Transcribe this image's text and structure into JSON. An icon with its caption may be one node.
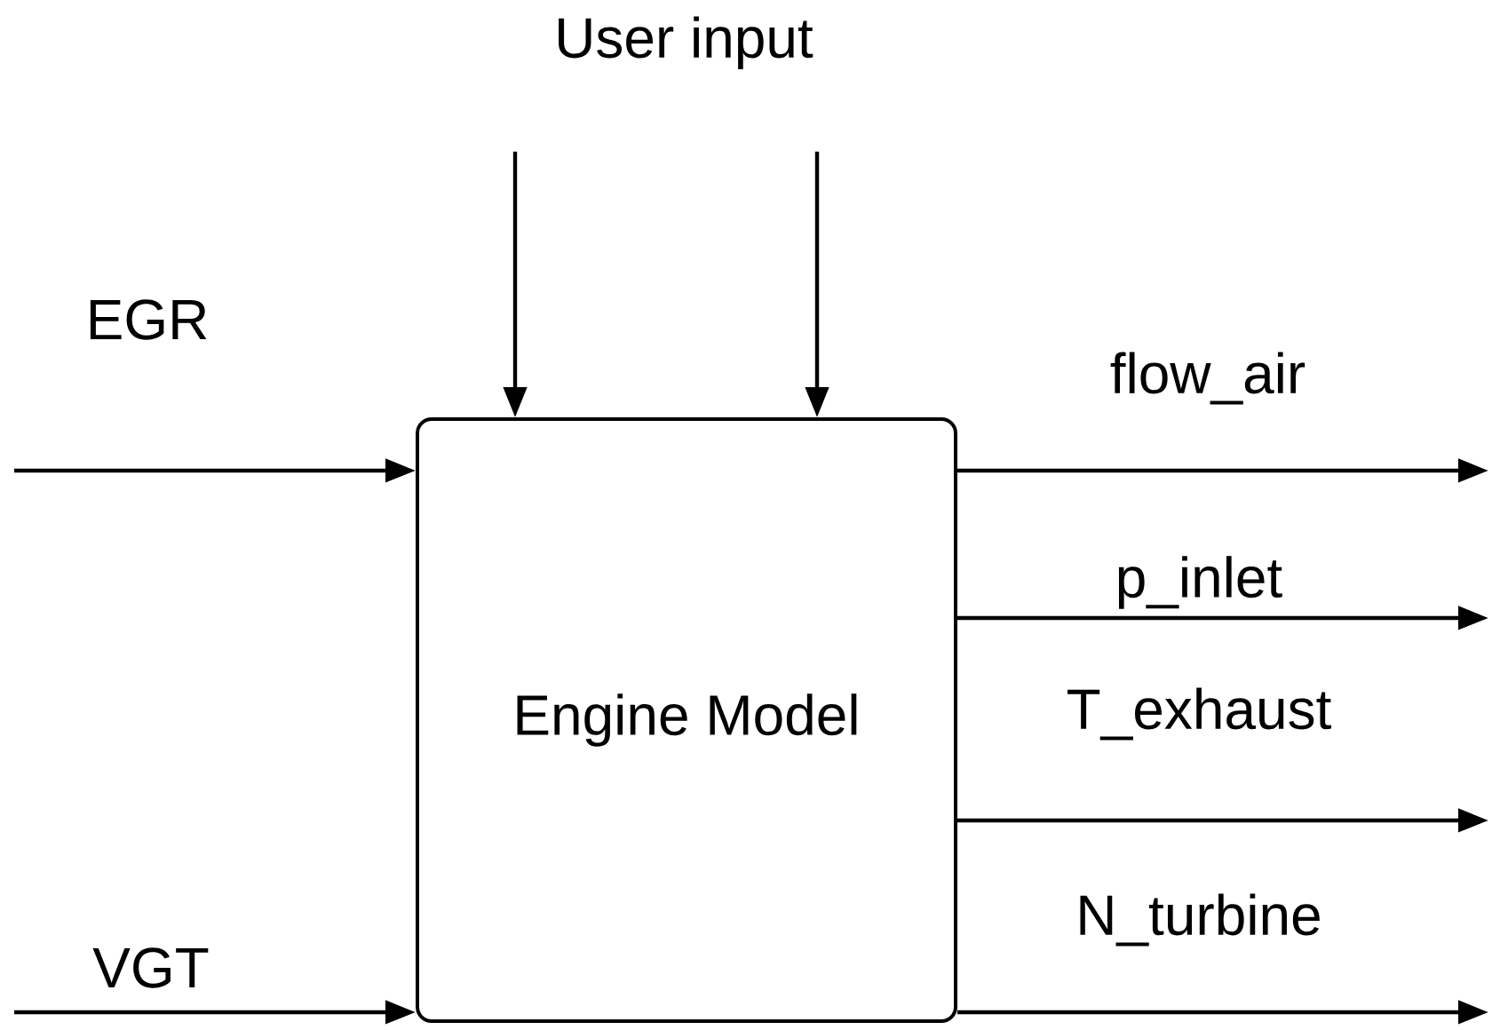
{
  "diagram": {
    "nodes": [
      {
        "text": [
          "Engine Model"
        ]
      },
      {
        "text": [
          "User input"
        ]
      }
    ],
    "edges": [
      {
        "from": null,
        "to": 0,
        "arrow": "to",
        "label": "EGR"
      },
      {
        "from": null,
        "to": 0,
        "arrow": "to",
        "label": "VGT"
      },
      {
        "from": 1,
        "to": 0,
        "arrow": "to"
      },
      {
        "from": 1,
        "to": 0,
        "arrow": "to"
      },
      {
        "from": 0,
        "to": null,
        "arrow": "to",
        "label": "flow_air"
      },
      {
        "from": 0,
        "to": null,
        "arrow": "to",
        "label": "p_inlet"
      },
      {
        "from": 0,
        "to": null,
        "arrow": "to",
        "label": "T_exhaust"
      },
      {
        "from": 0,
        "to": null,
        "arrow": "to",
        "label": "N_turbine"
      }
    ]
  }
}
